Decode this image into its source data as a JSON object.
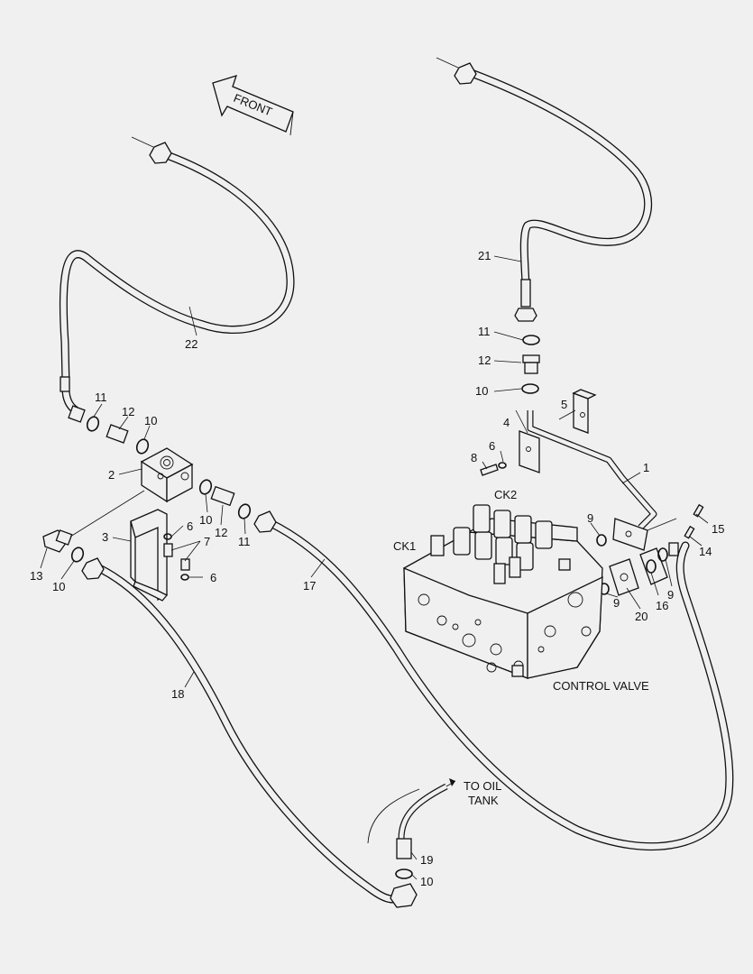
{
  "diagram": {
    "direction_label": "FRONT",
    "callouts": {
      "p22": "22",
      "p21": "21",
      "p11a": "11",
      "p12a": "12",
      "p10a": "10",
      "p11b": "11",
      "p12b": "12",
      "p10b": "10",
      "p2": "2",
      "p3": "3",
      "p6a": "6",
      "p7": "7",
      "p6b": "6",
      "p10c": "10",
      "p12c": "12",
      "p11c": "11",
      "p13": "13",
      "p10d": "10",
      "p17": "17",
      "p18": "18",
      "p5": "5",
      "p4": "4",
      "p6c": "6",
      "p8": "8",
      "p1": "1",
      "p9a": "9",
      "p15": "15",
      "p14": "14",
      "p9b": "9",
      "p16": "16",
      "p9c": "9",
      "p20": "20",
      "p19": "19",
      "p10e": "10"
    },
    "port_labels": {
      "ck1": "CK1",
      "ck2": "CK2"
    },
    "component_label": "CONTROL VALVE",
    "oil_tank_label_line1": "TO OIL",
    "oil_tank_label_line2": "TANK"
  }
}
